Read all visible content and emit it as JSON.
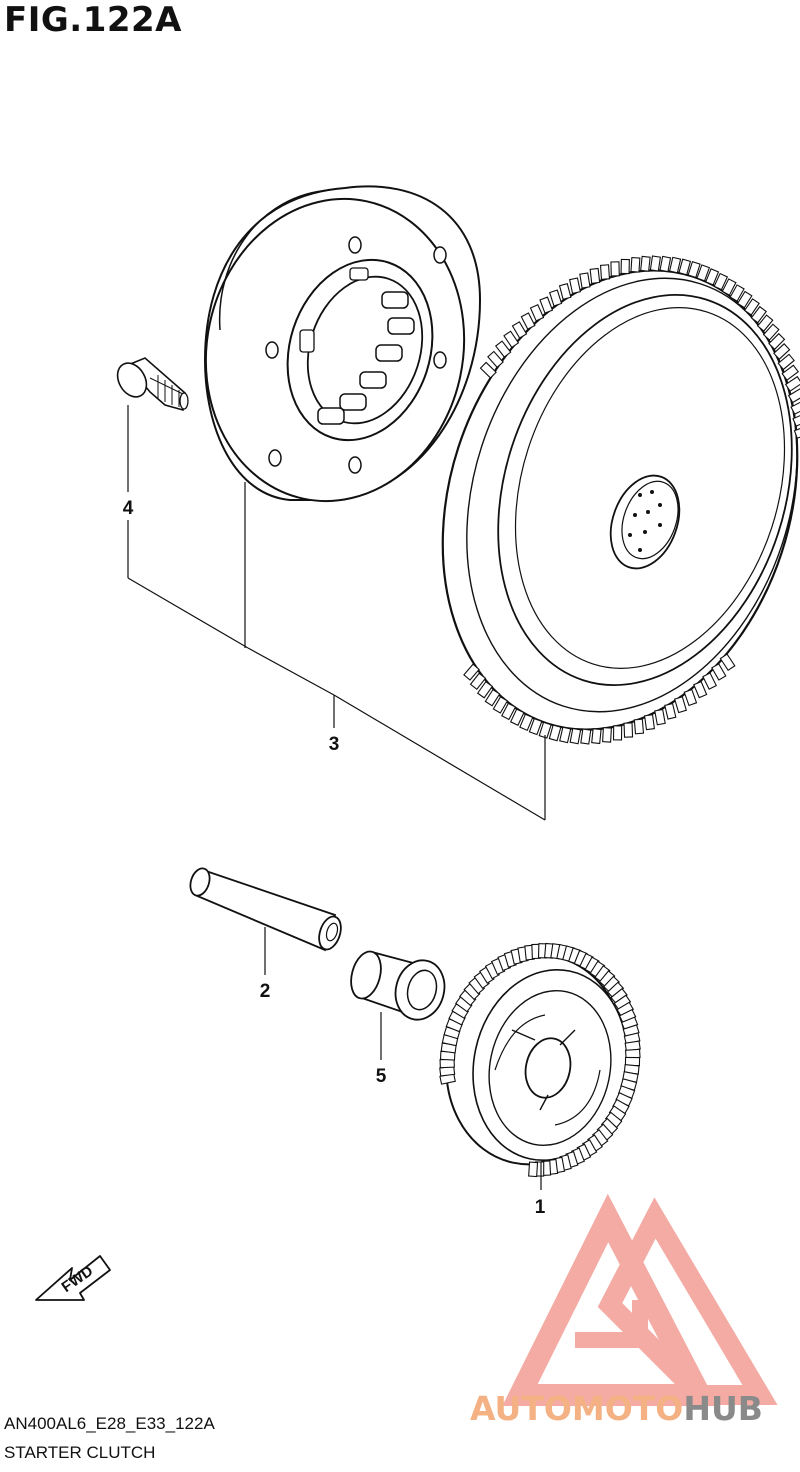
{
  "figure": {
    "title": "FIG.122A"
  },
  "parts": [
    {
      "number": "1",
      "icon": "starter-driven-gear-icon"
    },
    {
      "number": "2",
      "icon": "shaft-pin-icon"
    },
    {
      "number": "3",
      "icon": "starter-clutch-assembly-icon"
    },
    {
      "number": "4",
      "icon": "bolt-icon"
    },
    {
      "number": "5",
      "icon": "bearing-bushing-icon"
    }
  ],
  "direction": {
    "label": "FWD"
  },
  "footer": {
    "code": "AN400AL6_E28_E33_122A",
    "name": "STARTER CLUTCH"
  },
  "watermark": {
    "part1": "AUTO",
    "part2": "MOTO",
    "part3": "HUB",
    "colors": {
      "accent": "#f4b183",
      "logo": "#f08f86",
      "hub": "#8a8a8a"
    }
  }
}
